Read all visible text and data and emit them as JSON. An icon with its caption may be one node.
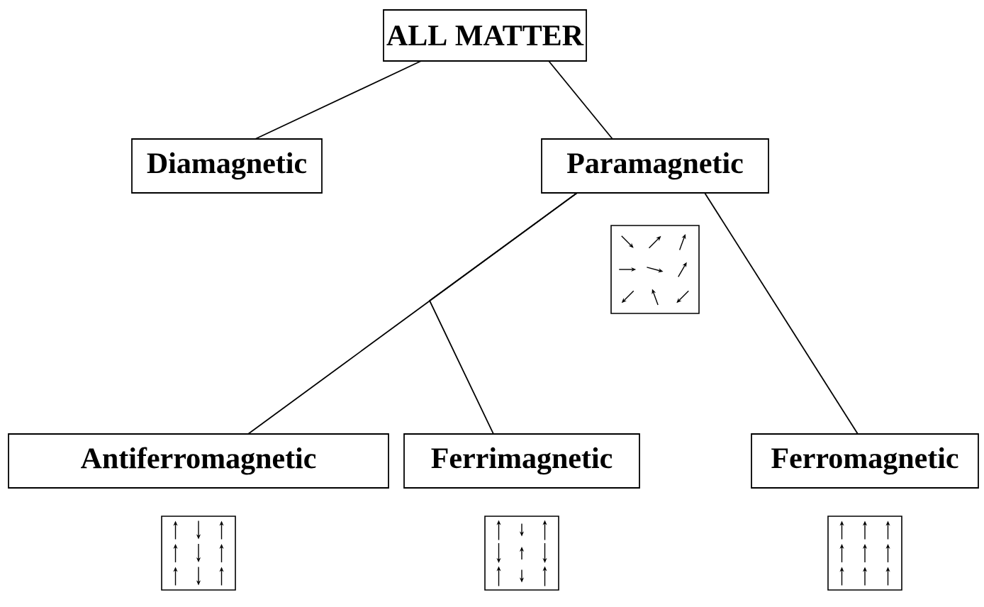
{
  "diagram": {
    "nodes": [
      {
        "text": [
          "ALL MATTER"
        ]
      },
      {
        "text": [
          "Diamagnetic"
        ]
      },
      {
        "text": [
          "Paramagnetic"
        ]
      },
      {
        "text": [
          "Antiferromagnetic"
        ]
      },
      {
        "text": [
          "Ferrimagnetic"
        ]
      },
      {
        "text": [
          "Ferromagnetic"
        ]
      }
    ],
    "edges": [
      {
        "from": 0,
        "to": 1,
        "arrow": "none"
      },
      {
        "from": 0,
        "to": 2,
        "arrow": "none"
      },
      {
        "from": 2,
        "to": 3,
        "arrow": "none"
      },
      {
        "from": 2,
        "to": 4,
        "arrow": "none"
      },
      {
        "from": 2,
        "to": 5,
        "arrow": "none"
      }
    ]
  }
}
